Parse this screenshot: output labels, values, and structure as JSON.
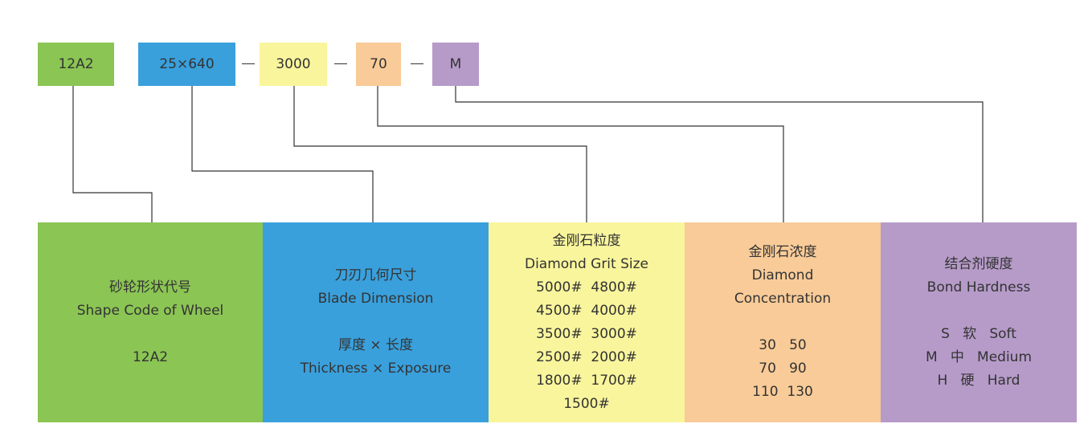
{
  "codes": {
    "shape": "12A2",
    "dimension": "25×640",
    "grit": "3000",
    "concentration": "70",
    "hardness": "M",
    "separator": "—"
  },
  "boxes": {
    "shape": {
      "title_cn": "砂轮形状代号",
      "title_en": "Shape Code of Wheel",
      "value": "12A2"
    },
    "dimension": {
      "title_cn": "刀刃几何尺寸",
      "title_en": "Blade Dimension",
      "detail_cn": "厚度 × 长度",
      "detail_en": "Thickness × Exposure"
    },
    "grit": {
      "title_cn": "金刚石粒度",
      "title_en": "Diamond Grit Size",
      "rows": [
        "5000#  4800#",
        "4500#  4000#",
        "3500#  3000#",
        "2500#  2000#",
        "1800#  1700#",
        "1500#"
      ]
    },
    "concentration": {
      "title_cn": "金刚石浓度",
      "title_en_1": "Diamond",
      "title_en_2": "Concentration",
      "rows": [
        "30   50",
        "70   90",
        "110  130"
      ]
    },
    "hardness": {
      "title_cn": "结合剂硬度",
      "title_en": "Bond Hardness",
      "rows": [
        "S   软   Soft",
        "M   中   Medium",
        "H   硬   Hard"
      ]
    }
  },
  "colors": {
    "green": "#8bc554",
    "blue": "#39a0dc",
    "yellow": "#f9f59c",
    "orange": "#f8cb98",
    "purple": "#b69bc9",
    "line": "#333333"
  }
}
